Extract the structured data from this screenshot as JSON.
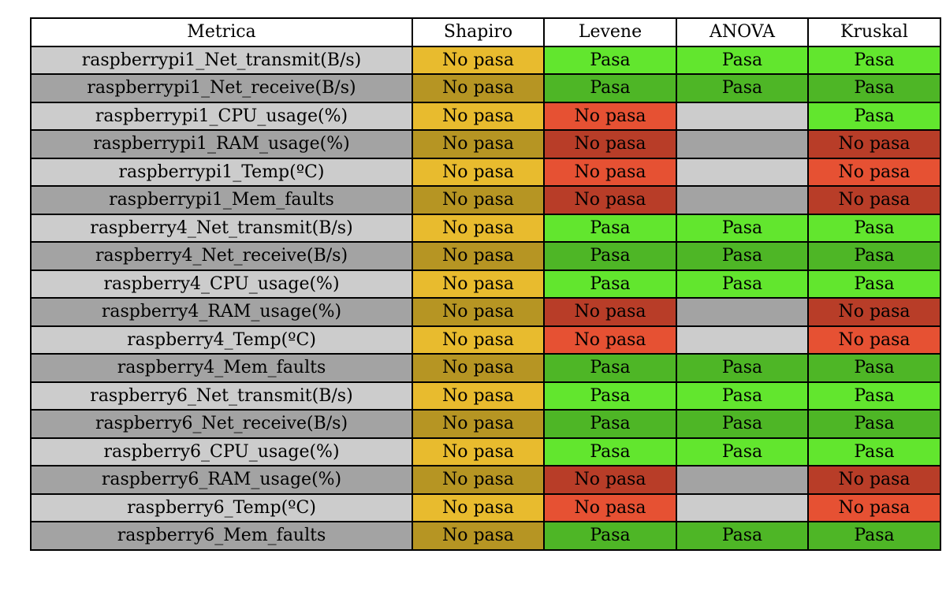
{
  "chart_data": {
    "type": "table",
    "columns": [
      "Metrica",
      "Shapiro",
      "Levene",
      "ANOVA",
      "Kruskal"
    ],
    "rows": [
      [
        "raspberrypi1_Net_transmit(B/s)",
        "No pasa",
        "Pasa",
        "Pasa",
        "Pasa"
      ],
      [
        "raspberrypi1_Net_receive(B/s)",
        "No pasa",
        "Pasa",
        "Pasa",
        "Pasa"
      ],
      [
        "raspberrypi1_CPU_usage(%)",
        "No pasa",
        "No pasa",
        "",
        "Pasa"
      ],
      [
        "raspberrypi1_RAM_usage(%)",
        "No pasa",
        "No pasa",
        "",
        "No pasa"
      ],
      [
        "raspberrypi1_Temp(ºC)",
        "No pasa",
        "No pasa",
        "",
        "No pasa"
      ],
      [
        "raspberrypi1_Mem_faults",
        "No pasa",
        "No pasa",
        "",
        "No pasa"
      ],
      [
        "raspberry4_Net_transmit(B/s)",
        "No pasa",
        "Pasa",
        "Pasa",
        "Pasa"
      ],
      [
        "raspberry4_Net_receive(B/s)",
        "No pasa",
        "Pasa",
        "Pasa",
        "Pasa"
      ],
      [
        "raspberry4_CPU_usage(%)",
        "No pasa",
        "Pasa",
        "Pasa",
        "Pasa"
      ],
      [
        "raspberry4_RAM_usage(%)",
        "No pasa",
        "No pasa",
        "",
        "No pasa"
      ],
      [
        "raspberry4_Temp(ºC)",
        "No pasa",
        "No pasa",
        "",
        "No pasa"
      ],
      [
        "raspberry4_Mem_faults",
        "No pasa",
        "Pasa",
        "Pasa",
        "Pasa"
      ],
      [
        "raspberry6_Net_transmit(B/s)",
        "No pasa",
        "Pasa",
        "Pasa",
        "Pasa"
      ],
      [
        "raspberry6_Net_receive(B/s)",
        "No pasa",
        "Pasa",
        "Pasa",
        "Pasa"
      ],
      [
        "raspberry6_CPU_usage(%)",
        "No pasa",
        "Pasa",
        "Pasa",
        "Pasa"
      ],
      [
        "raspberry6_RAM_usage(%)",
        "No pasa",
        "No pasa",
        "",
        "No pasa"
      ],
      [
        "raspberry6_Temp(ºC)",
        "No pasa",
        "No pasa",
        "",
        "No pasa"
      ],
      [
        "raspberry6_Mem_faults",
        "No pasa",
        "Pasa",
        "Pasa",
        "Pasa"
      ]
    ]
  },
  "colors": {
    "header_bg": "#ffffff",
    "label_light": "#cccccc",
    "label_dark": "#a3a3a3",
    "no_pasa_shapiro_light": "#e8bb2e",
    "no_pasa_shapiro_dark": "#b69523",
    "pasa_light": "#62e62e",
    "pasa_dark": "#4eb626",
    "no_pasa_light": "#e65133",
    "no_pasa_dark": "#b83d28",
    "empty_light": "#cccccc",
    "empty_dark": "#a3a3a3"
  }
}
